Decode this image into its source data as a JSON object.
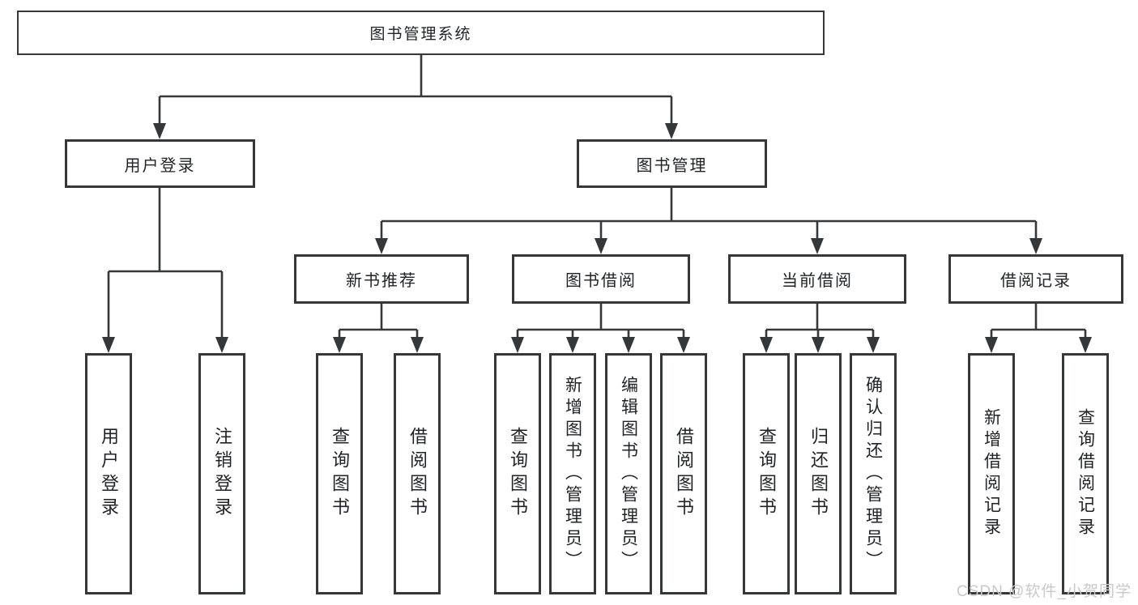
{
  "diagram": {
    "title": "图书管理系统",
    "root": {
      "label": "图书管理系统"
    },
    "level2": {
      "user_login": {
        "label": "用户登录"
      },
      "book_mgmt": {
        "label": "图书管理"
      }
    },
    "level3": {
      "new_book_rec": {
        "label": "新书推荐"
      },
      "book_borrow": {
        "label": "图书借阅"
      },
      "current_borrow": {
        "label": "当前借阅"
      },
      "borrow_records": {
        "label": "借阅记录"
      }
    },
    "leaves": {
      "user_login": {
        "label": "用户登录"
      },
      "logout": {
        "label": "注销登录"
      },
      "rec_query_book": {
        "label": "查询图书"
      },
      "rec_borrow_book": {
        "label": "借阅图书"
      },
      "bb_query_book": {
        "label": "查询图书"
      },
      "bb_add_book": {
        "label": "新增图书（管理员）"
      },
      "bb_edit_book": {
        "label": "编辑图书（管理员）"
      },
      "bb_borrow_book": {
        "label": "借阅图书"
      },
      "cb_query_book": {
        "label": "查询图书"
      },
      "cb_return_book": {
        "label": "归还图书"
      },
      "cb_confirm_return": {
        "label": "确认归还（管理员）"
      },
      "br_add_record": {
        "label": "新增借阅记录"
      },
      "br_query_record": {
        "label": "查询借阅记录"
      }
    }
  },
  "watermark": {
    "text": "CSDN @软件_小贺同学"
  },
  "colors": {
    "line": "#35383b",
    "border": "#35383b",
    "background": "#ffffff",
    "text": "#1f2226",
    "watermark": "#c9c9c9"
  }
}
